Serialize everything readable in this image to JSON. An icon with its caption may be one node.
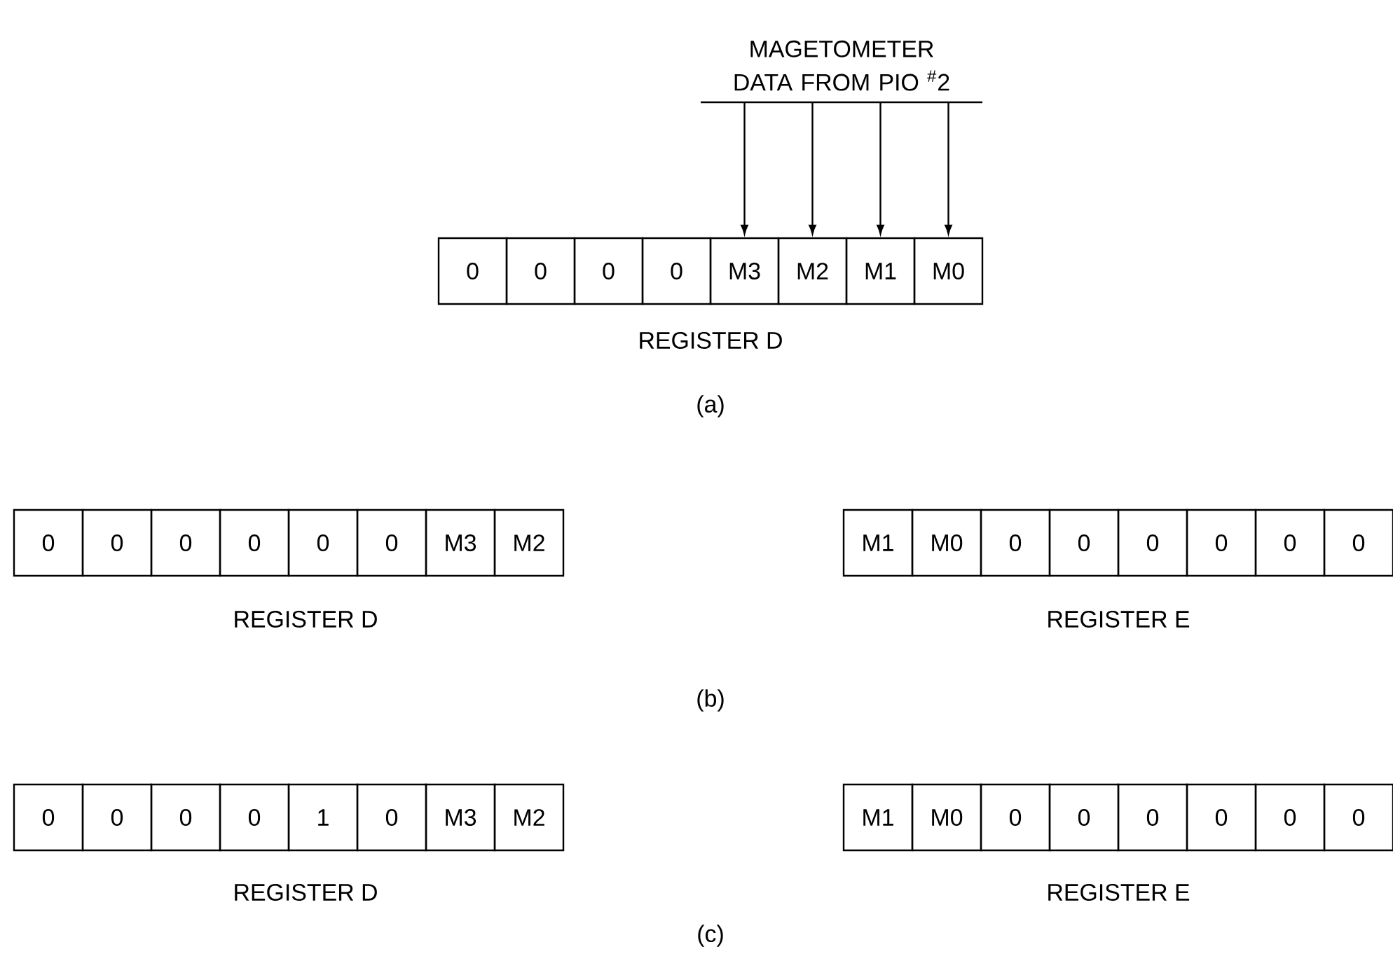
{
  "diagram": {
    "nodes": [
      {
        "text": [
          "MAGETOMETER DATA FROM PIO $^{#}$2"
        ]
      },
      {
        "text": [
          "0"
        ]
      },
      {
        "text": [
          "0"
        ]
      },
      {
        "text": [
          "0"
        ]
      },
      {
        "text": [
          "0"
        ]
      },
      {
        "text": [
          "M3"
        ]
      },
      {
        "text": [
          "M2"
        ]
      },
      {
        "text": [
          "M1"
        ]
      },
      {
        "text": [
          "M0"
        ]
      },
      {
        "text": [
          "0"
        ]
      },
      {
        "text": [
          "0"
        ]
      },
      {
        "text": [
          "0"
        ]
      },
      {
        "text": [
          "0"
        ]
      },
      {
        "text": [
          "0"
        ]
      },
      {
        "text": [
          "0"
        ]
      },
      {
        "text": [
          "M3"
        ]
      },
      {
        "text": [
          "M2"
        ]
      },
      {
        "text": [
          "M1"
        ]
      },
      {
        "text": [
          "M0"
        ]
      },
      {
        "text": [
          "0"
        ]
      },
      {
        "text": [
          "0"
        ]
      },
      {
        "text": [
          "0"
        ]
      },
      {
        "text": [
          "0"
        ]
      },
      {
        "text": [
          "0"
        ]
      },
      {
        "text": [
          "0"
        ]
      },
      {
        "text": [
          "0"
        ]
      },
      {
        "text": [
          "0"
        ]
      },
      {
        "text": [
          "0"
        ]
      },
      {
        "text": [
          "0"
        ]
      },
      {
        "text": [
          "1"
        ]
      },
      {
        "text": [
          "0"
        ]
      },
      {
        "text": [
          "M3"
        ]
      },
      {
        "text": [
          "M2"
        ]
      },
      {
        "text": [
          "M1"
        ]
      },
      {
        "text": [
          "M0"
        ]
      },
      {
        "text": [
          "0"
        ]
      },
      {
        "text": [
          "0"
        ]
      },
      {
        "text": [
          "0"
        ]
      },
      {
        "text": [
          "0"
        ]
      },
      {
        "text": [
          "0"
        ]
      },
      {
        "text": [
          "0"
        ]
      }
    ],
    "edges": [
      {
        "from": 0,
        "to": 5,
        "arrow": "to"
      },
      {
        "from": 0,
        "to": 6,
        "arrow": "to"
      },
      {
        "from": 0,
        "to": 7,
        "arrow": "to"
      },
      {
        "from": 0,
        "to": 8,
        "arrow": "to"
      }
    ],
    "labels": [
      "REGISTER D",
      "(a)",
      "REGISTER D",
      "REGISTER E",
      "(b)",
      "REGISTER D",
      "REGISTER E",
      "(c)"
    ]
  }
}
